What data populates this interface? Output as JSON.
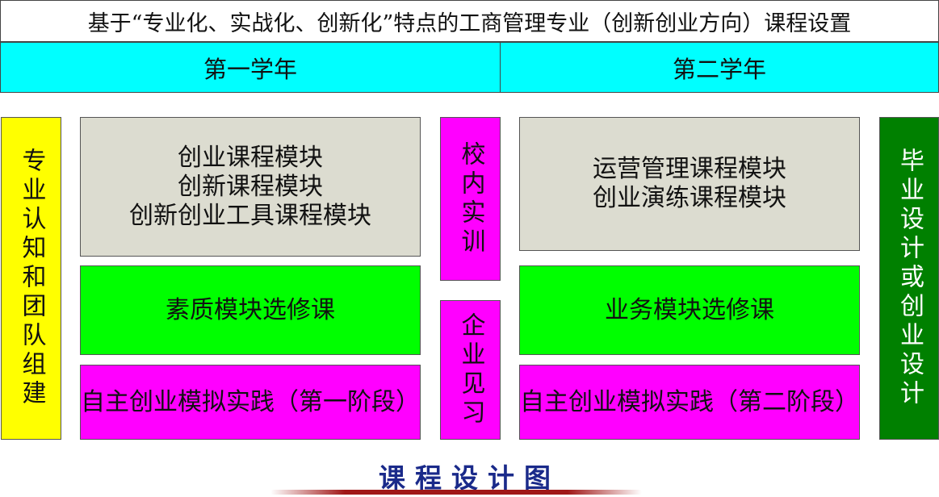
{
  "title": "基于“专业化、实战化、创新化”特点的工商管理专业（创新创业方向）课程设置",
  "years": [
    "第一学年",
    "第二学年"
  ],
  "left_column": "专业认知和团队组建",
  "right_column": "毕业设计或创业设计",
  "middle": {
    "top": "校内实训",
    "bottom": "企业见习"
  },
  "year1_modules": {
    "core": [
      "创业课程模块",
      "创新课程模块",
      "创新创业工具课程模块"
    ],
    "elective": "素质模块选修课",
    "practice": "自主创业模拟实践（第一阶段）"
  },
  "year2_modules": {
    "core": [
      "运营管理课程模块",
      "创业演练课程模块"
    ],
    "elective": "业务模块选修课",
    "practice": "自主创业模拟实践（第二阶段）"
  },
  "caption": "课程设计图",
  "colors": {
    "year_bar": "#00FFFF",
    "left_column": "#FFFF00",
    "right_column": "#008000",
    "practice": "#FF00FF",
    "elective": "#00FF00",
    "core": "#DCDCD0",
    "caption": "#1a2a8a"
  }
}
